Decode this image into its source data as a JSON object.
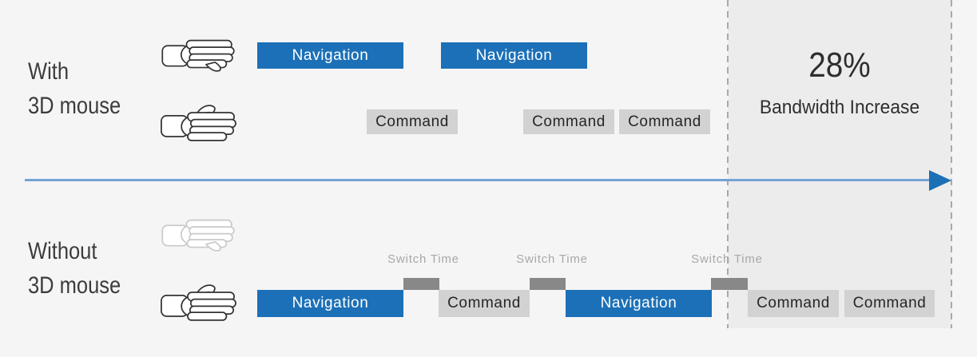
{
  "sections": {
    "with": {
      "line1": "With",
      "line2": "3D mouse"
    },
    "without": {
      "line1": "Without",
      "line2": "3D mouse"
    }
  },
  "callout": {
    "percent": "28%",
    "caption": "Bandwidth Increase"
  },
  "top": {
    "navs": [
      {
        "label": "Navigation"
      },
      {
        "label": "Navigation"
      }
    ],
    "cmds": [
      {
        "label": "Command"
      },
      {
        "label": "Command"
      },
      {
        "label": "Command"
      }
    ]
  },
  "bottom": {
    "switch_labels": [
      {
        "label": "Switch Time"
      },
      {
        "label": "Switch Time"
      },
      {
        "label": "Switch Time"
      }
    ],
    "segments": [
      {
        "type": "navigation",
        "label": "Navigation"
      },
      {
        "type": "switch"
      },
      {
        "type": "command",
        "label": "Command"
      },
      {
        "type": "switch"
      },
      {
        "type": "navigation",
        "label": "Navigation"
      },
      {
        "type": "switch"
      },
      {
        "type": "command",
        "label": "Command"
      },
      {
        "type": "command",
        "label": "Command"
      }
    ]
  },
  "icons": {
    "hands": [
      "left-hand-icon",
      "right-hand-icon",
      "idle-left-hand-icon",
      "active-right-hand-icon"
    ],
    "arrow": "timeline-arrow-icon"
  },
  "colors": {
    "background": "#f5f5f6",
    "band": "#ececec",
    "navigation": "#1c70b7",
    "command_bg": "#d2d2d2",
    "command_text": "#262626",
    "switch_block": "#888888",
    "switch_label": "#a8a8a8",
    "arrow_line": "#74a2d4",
    "arrow_head": "#1b6fb5",
    "dashed_line": "#a9a9a9",
    "title_text": "#3c3c3c"
  }
}
